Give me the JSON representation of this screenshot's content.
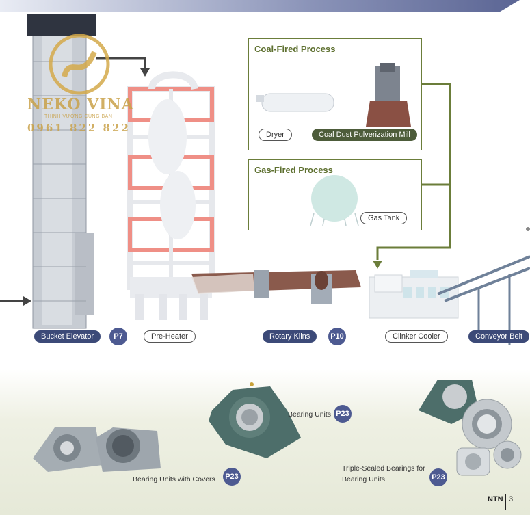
{
  "watermark": {
    "brand": "NEKO VINA",
    "slogan": "THỊNH VƯỢNG CÙNG BẠN",
    "phone": "0961 822 822"
  },
  "process": {
    "coal": {
      "title": "Coal-Fired Process",
      "dryer": "Dryer",
      "mill": "Coal Dust Pulverization Mill"
    },
    "gas": {
      "title": "Gas-Fired Process",
      "tank": "Gas Tank"
    }
  },
  "equipment": {
    "bucket_elevator": {
      "label": "Bucket Elevator",
      "page": "P7"
    },
    "pre_heater": {
      "label": "Pre-Heater"
    },
    "rotary_kilns": {
      "label": "Rotary Kilns",
      "page": "P10"
    },
    "clinker_cooler": {
      "label": "Clinker Cooler"
    },
    "conveyor_belt": {
      "label": "Conveyor Belt"
    }
  },
  "bearings": {
    "covers": {
      "label": "Bearing Units with Covers",
      "page": "P23"
    },
    "units": {
      "label": "Bearing Units",
      "page": "P23"
    },
    "triple_line1": "Triple-Sealed Bearings for",
    "triple_line2": "Bearing Units",
    "triple_page": "P23"
  },
  "footer": {
    "brand": "NTN",
    "page_number": "3"
  },
  "colors": {
    "navy": "#3c4a78",
    "badge": "#4d5a91",
    "olive": "#6b7d3a",
    "preheater_red": "#ef8f86"
  }
}
